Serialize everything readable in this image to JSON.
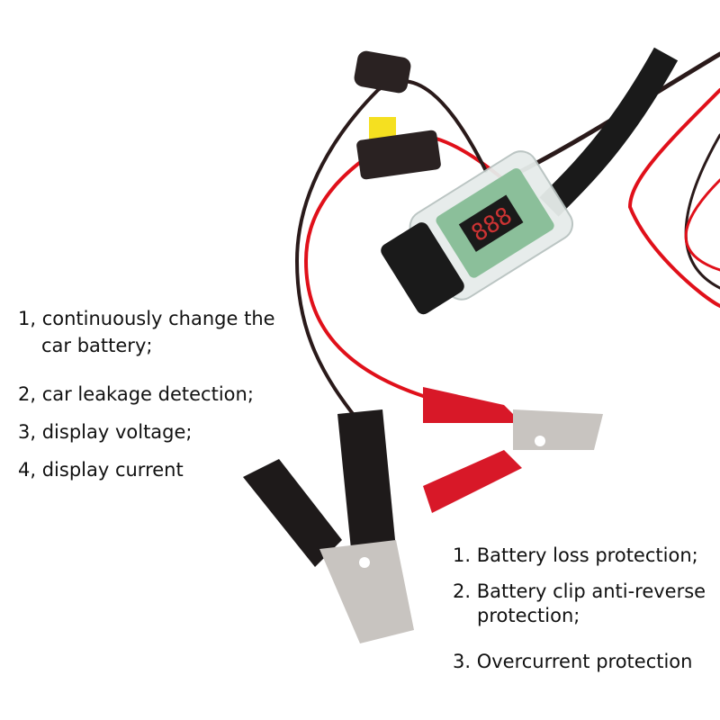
{
  "features": [
    {
      "line1": "1, continuously change the",
      "line2": "car battery;"
    },
    {
      "line1": "2, car leakage detection;"
    },
    {
      "line1": "3, display voltage;"
    },
    {
      "line1": "4, display current"
    }
  ],
  "protections": [
    {
      "line1": "1. Battery loss protection;"
    },
    {
      "line1": "2. Battery clip anti-reverse",
      "line2": "protection;"
    },
    {
      "line1": "3. Overcurrent protection"
    }
  ],
  "display_readout": "888",
  "colors": {
    "red_wire": "#e0101a",
    "black_wire": "#2a1a1a",
    "fuse": "#f5e020",
    "clip_red": "#d81828",
    "clip_black": "#1e1a1a",
    "metal": "#c8c4c0"
  }
}
